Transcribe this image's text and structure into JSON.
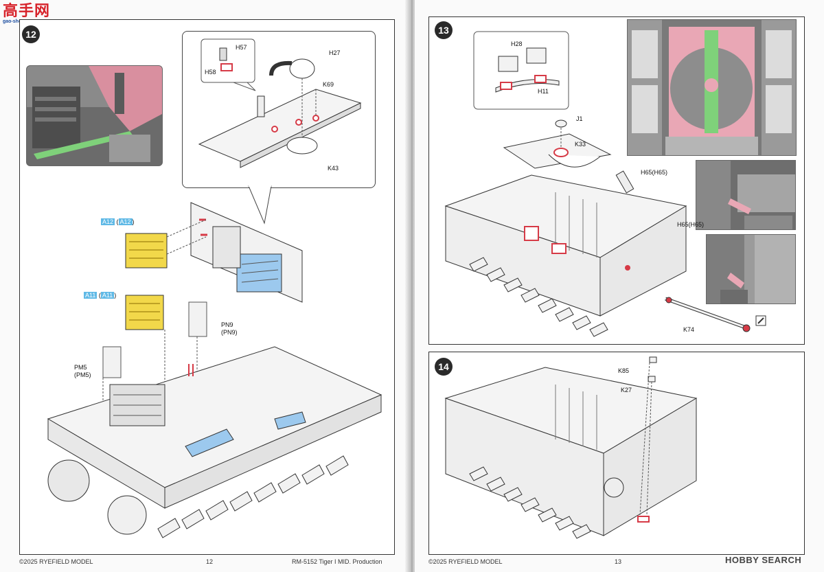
{
  "watermark": {
    "chars": "高手网",
    "url": "gao-shou.com"
  },
  "left_page": {
    "step": "12",
    "labels": {
      "h57": "H57",
      "h58": "H58",
      "h27": "H27",
      "k69": "K69",
      "k43": "K43",
      "pn9": "PN9",
      "pn9_alt": "(PN9)",
      "pm5": "PM5",
      "pm5_alt": "(PM5)"
    },
    "tags": {
      "a12": "A12",
      "a12_alt": "A12",
      "a11": "A11",
      "a11_alt": "A11"
    },
    "footer": {
      "copyright": "©2025 RYEFIELD MODEL",
      "page_number": "12",
      "product": "RM-5152 Tiger I MID. Production"
    }
  },
  "right_page": {
    "steps": {
      "s13": "13",
      "s14": "14"
    },
    "labels": {
      "h28": "H28",
      "h11": "H11",
      "j1": "J1",
      "k33": "K33",
      "h65a": "H65(H65)",
      "h65b": "H65(H65)",
      "k74": "K74",
      "k85": "K85",
      "k27": "K27"
    },
    "footer": {
      "copyright": "©2025 RYEFIELD MODEL",
      "page_number": "13",
      "brand": "HOBBY SEARCH"
    }
  },
  "colors": {
    "blue": "#9cc9ee",
    "yellow": "#f2d84a",
    "pink": "#e9a7b5",
    "green": "#7fd17a",
    "red": "#d63a46"
  }
}
